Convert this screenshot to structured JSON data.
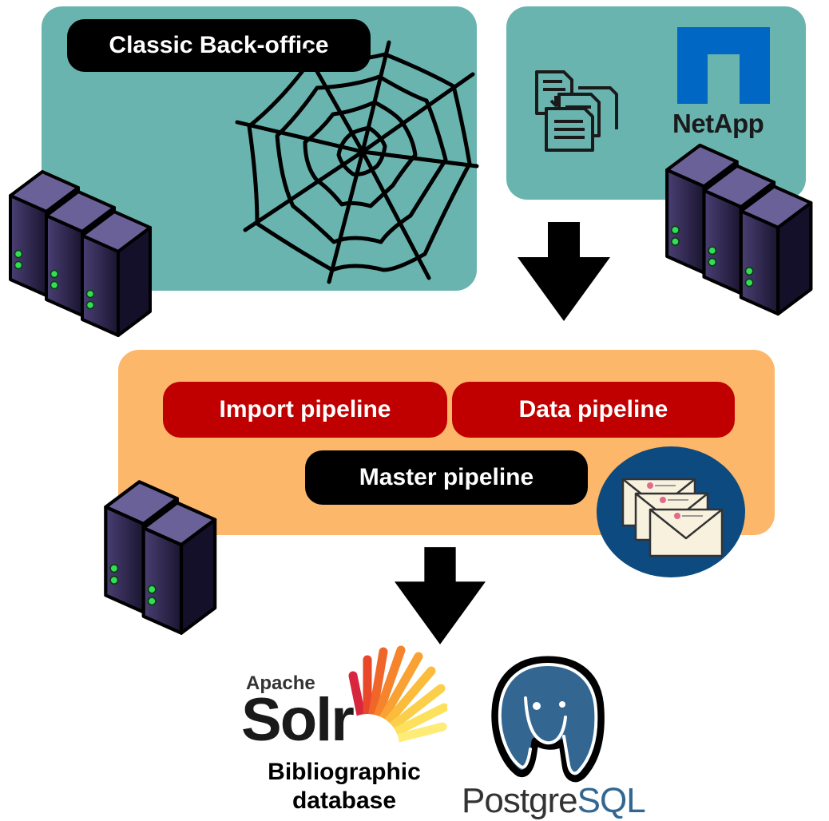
{
  "top_left": {
    "label": "Classic Back-office"
  },
  "top_right": {
    "brand": "NetApp"
  },
  "middle": {
    "import_label": "Import pipeline",
    "data_label": "Data pipeline",
    "master_label": "Master pipeline"
  },
  "bottom": {
    "solr_small": "Apache",
    "solr_big": "Solr",
    "solr_caption_1": "Bibliographic",
    "solr_caption_2": "database",
    "postgres_1": "Postgre",
    "postgres_2": "SQL"
  },
  "colors": {
    "teal": "#6ab4b0",
    "orange": "#fcb76a",
    "red": "#c00000",
    "netapp_blue": "#0067c5",
    "postgres_blue": "#336791"
  }
}
